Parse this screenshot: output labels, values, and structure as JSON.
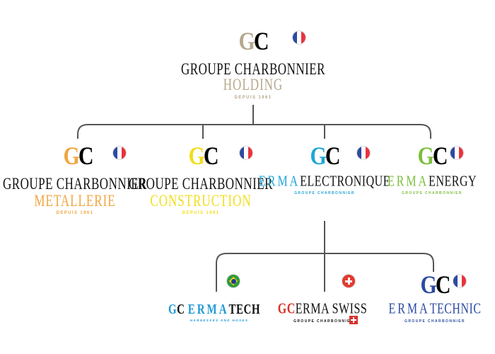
{
  "colors": {
    "holding": "#b5a88c",
    "metallerie": "#f0a640",
    "construction": "#f2dd1a",
    "electronique": "#1fa6d9",
    "energy": "#7bbf3c",
    "tech": "#1e9ad6",
    "swiss": "#d9322b",
    "technic": "#2b4ba0",
    "line": "#555555"
  },
  "root": {
    "logo_left": "G",
    "logo_right": "C",
    "flag": "flag-france",
    "title": "GROUPE CHARBONNIER",
    "subtitle": "HOLDING",
    "since": "DEPUIS 1961"
  },
  "level1": [
    {
      "id": "metallerie",
      "logo_left": "G",
      "logo_right": "C",
      "flag": "flag-france",
      "title": "GROUPE CHARBONNIER",
      "subtitle": "METALLERIE",
      "since": "DEPUIS 1961"
    },
    {
      "id": "construction",
      "logo_left": "G",
      "logo_right": "C",
      "flag": "flag-france",
      "title": "GROUPE CHARBONNIER",
      "subtitle": "CONSTRUCTION",
      "since": "DEPUIS 1961"
    },
    {
      "id": "electronique",
      "logo_left": "G",
      "logo_right": "C",
      "flag": "flag-france",
      "brand": "ERMA",
      "name": "ELECTRONIQUE",
      "tagline": "GROUPE CHARBONNIER"
    },
    {
      "id": "energy",
      "logo_left": "G",
      "logo_right": "C",
      "flag": "flag-france",
      "brand": "ERMA",
      "name": "ENERGY",
      "tagline": "GROUPE CHARBONNIER"
    }
  ],
  "level2": [
    {
      "id": "tech",
      "flag": "flag-brazil",
      "logo_left": "G",
      "logo_right": "C",
      "brand": "ERMA",
      "name": "TECH",
      "tagline": "HARNESSES AND HOSES"
    },
    {
      "id": "swiss",
      "flag": "flag-switzerland",
      "logo_left": "G",
      "logo_right": "C",
      "brand": "ERMA",
      "name": "SWISS",
      "tagline": "GROUPE CHARBONNIER"
    },
    {
      "id": "technic",
      "flag": "flag-france",
      "logo_left": "G",
      "logo_right": "C",
      "brand": "ERMA",
      "name": "TECHNIC",
      "tagline": "GROUPE CHARBONNIER"
    }
  ]
}
